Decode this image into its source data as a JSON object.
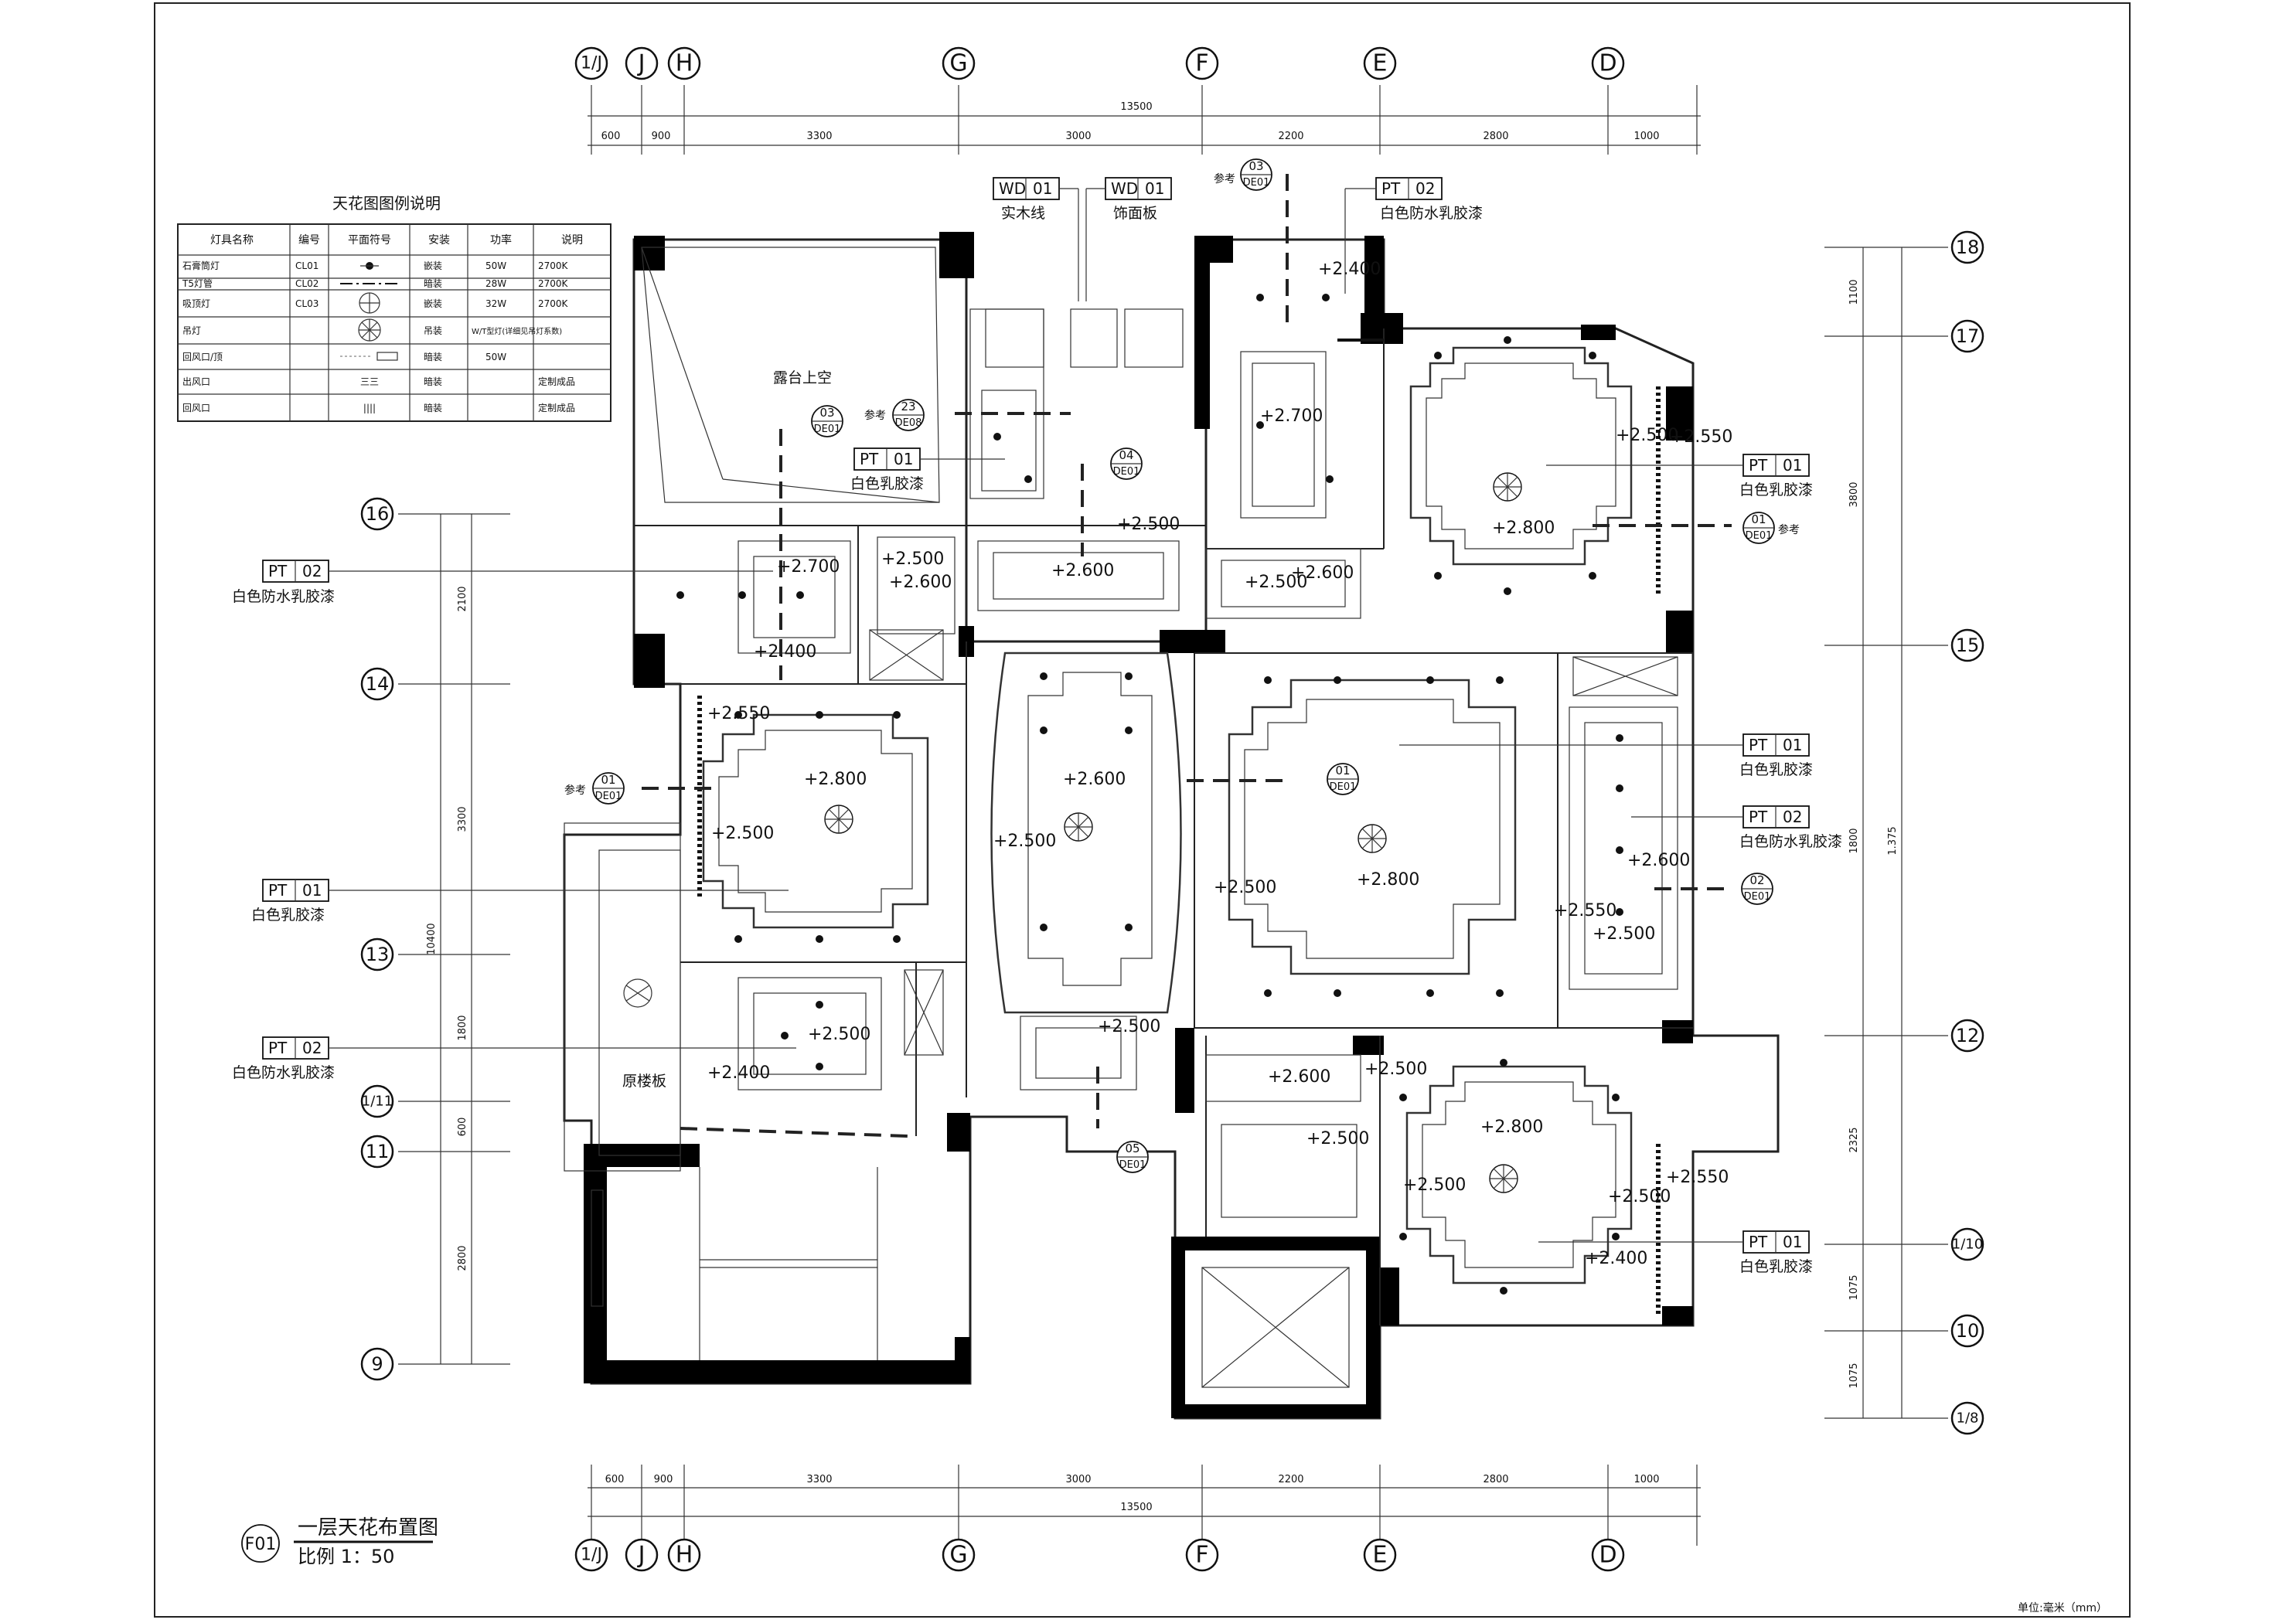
{
  "drawing": {
    "title": "一层天花布置图",
    "drawing_no": "F01",
    "scale": "比例 1：50",
    "unit_note": "单位:毫米（mm）"
  },
  "axes_top": [
    "1/J",
    "J",
    "H",
    "G",
    "F",
    "E",
    "D"
  ],
  "axes_right": [
    "18",
    "17",
    "16",
    "15",
    "14",
    "13",
    "12",
    "1/11",
    "11",
    "1/10",
    "10",
    "9",
    "1/8"
  ],
  "dims_horizontal": {
    "total": "13500",
    "segments": [
      "600",
      "900",
      "3300",
      "3000",
      "2200",
      "2800",
      "1000"
    ]
  },
  "dims_right": {
    "segments": [
      "1100",
      "3800",
      "1800",
      "2325",
      "1075",
      "1075"
    ],
    "total": "1.375"
  },
  "dims_left": {
    "segments": [
      "2100",
      "3300",
      "1800",
      "600",
      "2800"
    ],
    "total": "10400"
  },
  "legend": {
    "title": "天花图图例说明",
    "headers": [
      "灯具名称",
      "编号",
      "平面符号",
      "安装",
      "功率",
      "说明"
    ],
    "rows": [
      [
        "石膏筒灯",
        "CL01",
        "",
        "嵌装",
        "50W",
        "2700K"
      ],
      [
        "T5灯管",
        "CL02",
        "",
        "暗装",
        "28W",
        "2700K"
      ],
      [
        "吸顶灯",
        "CL03",
        "",
        "嵌装",
        "32W",
        "2700K"
      ],
      [
        "吊灯",
        "",
        "",
        "吊装",
        "",
        "W/T型灯(详细见吊灯系数)"
      ],
      [
        "回风口/顶",
        "",
        "",
        "暗装",
        "50W",
        ""
      ],
      [
        "出风口",
        "",
        "",
        "暗装",
        "",
        "定制成品"
      ],
      [
        "回风口",
        "",
        "",
        "暗装",
        "",
        "定制成品"
      ]
    ]
  },
  "material_tags": [
    {
      "code": "PT",
      "no": "01",
      "desc": "白色乳胶漆"
    },
    {
      "code": "PT",
      "no": "02",
      "desc": "白色防水乳胶漆"
    },
    {
      "code": "WD",
      "no": "01",
      "desc": "实木线"
    },
    {
      "code": "WD",
      "no": "01",
      "desc": "饰面板"
    }
  ],
  "detail_refs": [
    {
      "num": "03",
      "sheet": "DE01"
    },
    {
      "num": "23",
      "sheet": "DE08"
    },
    {
      "num": "04",
      "sheet": "DE01"
    },
    {
      "num": "01",
      "sheet": "DE01"
    },
    {
      "num": "02",
      "sheet": "DE01"
    },
    {
      "num": "05",
      "sheet": "DE01"
    }
  ],
  "ref_label": "参考",
  "notes": {
    "void": "露台上空",
    "stair": "原楼板"
  },
  "elevations": [
    "+2.400",
    "+2.700",
    "+2.500",
    "+2.550",
    "+2.800",
    "+2.600"
  ]
}
